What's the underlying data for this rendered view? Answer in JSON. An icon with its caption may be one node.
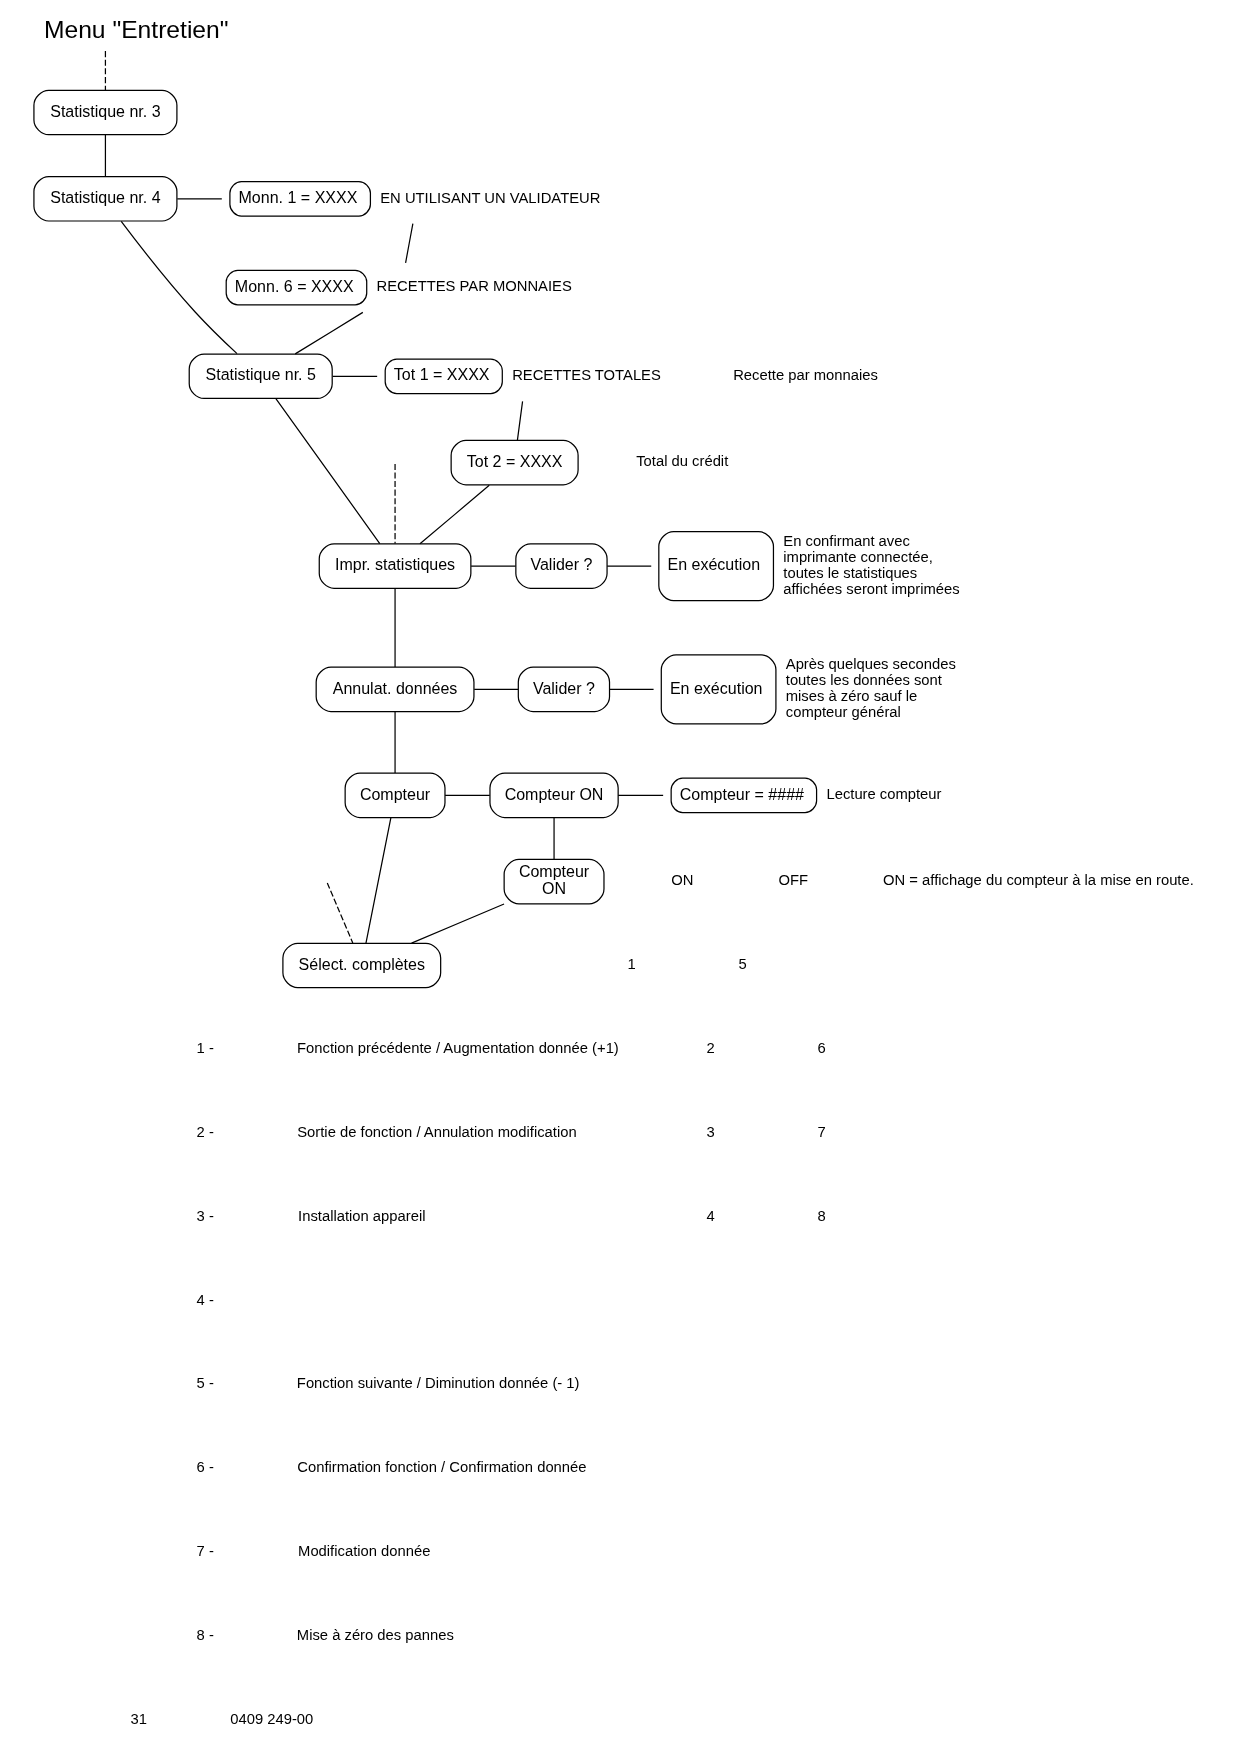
{
  "diagram": {
    "title": "Menu \"Entretien\"",
    "nodes": [
      {
        "text": [
          "Statistique nr. 3"
        ]
      },
      {
        "text": [
          "Statistique nr. 4"
        ]
      },
      {
        "text": [
          "Monn. 1 = XXXX"
        ],
        "beside": [
          "EN UTILISANT UN VALIDATEUR"
        ]
      },
      {
        "text": [
          "Monn. 6 = XXXX"
        ],
        "beside": [
          "RECETTES PAR MONNAIES"
        ]
      },
      {
        "text": [
          "Statistique nr. 5"
        ]
      },
      {
        "text": [
          "Tot 1 = XXXX"
        ],
        "beside": [
          "RECETTES TOTALES"
        ]
      },
      {
        "text": [
          "Tot 2 = XXXX"
        ]
      },
      {
        "text": [
          "Impr. statistiques"
        ]
      },
      {
        "text": [
          "Valider ?"
        ]
      },
      {
        "text": [
          "En exécution"
        ],
        "beside": [
          "En confirmant avec imprimante connectée, toutes le statistiques affichées seront imprimées"
        ]
      },
      {
        "text": [
          "Annulat. données"
        ]
      },
      {
        "text": [
          "Valider ?"
        ]
      },
      {
        "text": [
          "En exécution"
        ],
        "beside": [
          "Après quelques secondes toutes les données sont mises à zéro sauf le compteur général"
        ]
      },
      {
        "text": [
          "Compteur"
        ]
      },
      {
        "text": [
          "Compteur ON"
        ]
      },
      {
        "text": [
          "Compteur = ####"
        ],
        "beside": [
          "Lecture compteur"
        ]
      },
      {
        "text": [
          "Compteur",
          "ON"
        ]
      },
      {
        "text": [
          "Sélect. complètes"
        ]
      }
    ],
    "edges": [
      {
        "from": null,
        "to": 0,
        "arrow": "none",
        "style": "dashed"
      },
      {
        "from": 0,
        "to": 1,
        "arrow": "none"
      },
      {
        "from": 1,
        "to": 2,
        "arrow": "none"
      },
      {
        "from": 2,
        "to": 3,
        "arrow": "none"
      },
      {
        "from": 1,
        "to": 4,
        "arrow": "none"
      },
      {
        "from": 3,
        "to": 4,
        "arrow": "none"
      },
      {
        "from": 4,
        "to": 5,
        "arrow": "none"
      },
      {
        "from": 5,
        "to": 6,
        "arrow": "none"
      },
      {
        "from": null,
        "to": 7,
        "arrow": "none",
        "style": "dashed"
      },
      {
        "from": 4,
        "to": 7,
        "arrow": "none"
      },
      {
        "from": 6,
        "to": 7,
        "arrow": "none"
      },
      {
        "from": 7,
        "to": 8,
        "arrow": "none"
      },
      {
        "from": 8,
        "to": 9,
        "arrow": "none"
      },
      {
        "from": 7,
        "to": 10,
        "arrow": "none"
      },
      {
        "from": 10,
        "to": 11,
        "arrow": "none"
      },
      {
        "from": 11,
        "to": 12,
        "arrow": "none"
      },
      {
        "from": 10,
        "to": 13,
        "arrow": "none"
      },
      {
        "from": 13,
        "to": 14,
        "arrow": "none"
      },
      {
        "from": 14,
        "to": 15,
        "arrow": "none"
      },
      {
        "from": 14,
        "to": 16,
        "arrow": "none"
      },
      {
        "from": null,
        "to": 17,
        "arrow": "none",
        "style": "dashed"
      },
      {
        "from": 13,
        "to": 17,
        "arrow": "none"
      },
      {
        "from": 16,
        "to": 17,
        "arrow": "none"
      }
    ],
    "labels": [
      "Recette par monnaies",
      "Total du crédit",
      "ON",
      "OFF",
      "ON = affichage du compteur à la mise en route.",
      "1 -",
      "Fonction précédente / Augmentation donnée (+1)",
      "2 -",
      "Sortie de fonction / Annulation modification",
      "3 -",
      "Installation appareil",
      "4 -",
      "5 -",
      "Fonction suivante / Diminution donnée (- 1)",
      "6 -",
      "Confirmation fonction / Confirmation donnée",
      "7 -",
      "Modification donnée",
      "8 -",
      "Mise à zéro des pannes",
      "1",
      "5",
      "2",
      "6",
      "3",
      "7",
      "4",
      "8",
      "31",
      "0409 249-00"
    ]
  }
}
